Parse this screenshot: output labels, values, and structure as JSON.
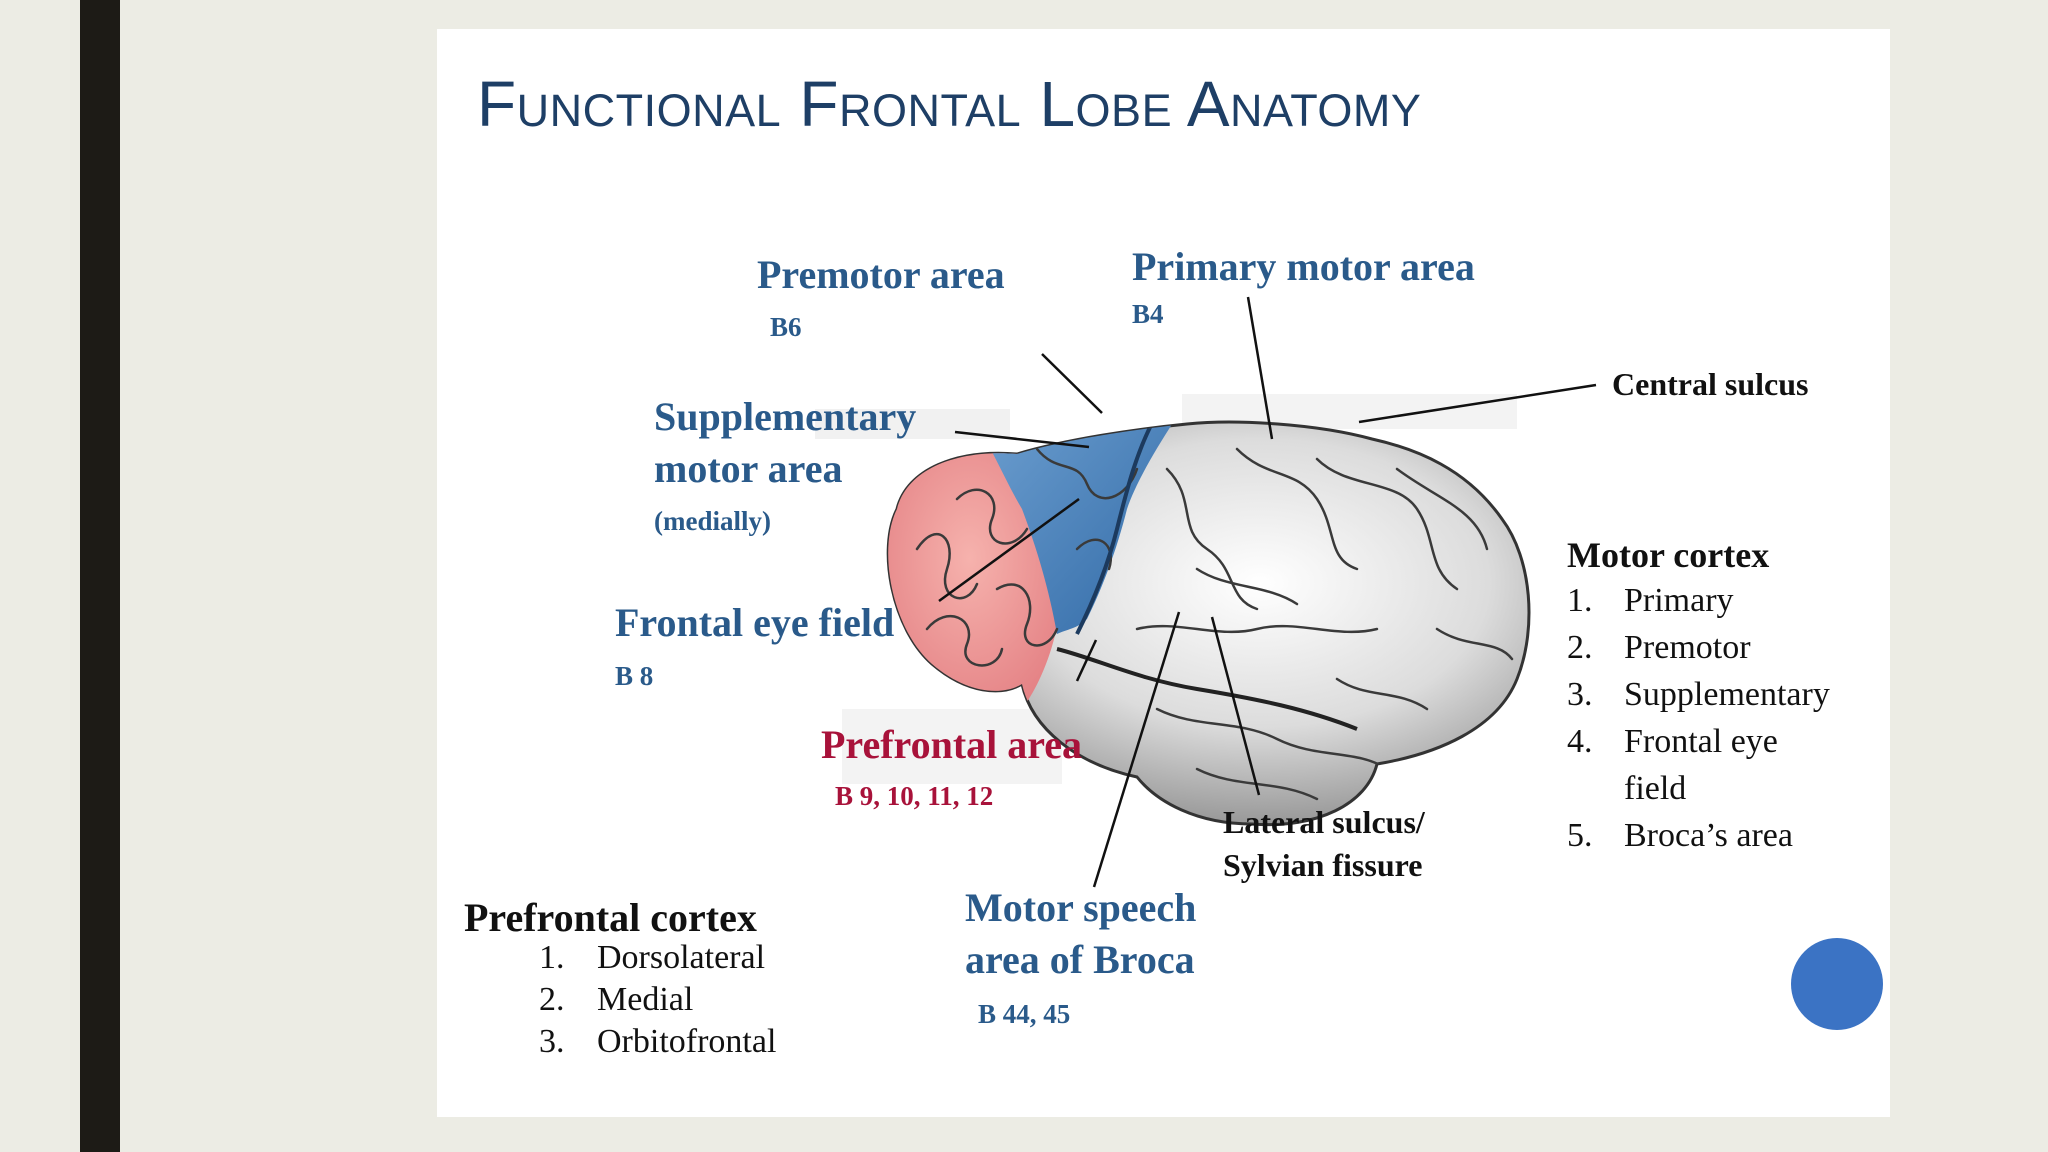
{
  "slide": {
    "title": "Functional Frontal Lobe Anatomy"
  },
  "labels": {
    "premotor": {
      "name": "Premotor area",
      "code": "B6"
    },
    "primary_motor": {
      "name": "Primary motor area",
      "code": "B4"
    },
    "central_sulcus": "Central sulcus",
    "supplementary": {
      "line1": "Supplementary",
      "line2": "motor area",
      "note": "(medially)"
    },
    "frontal_eye": {
      "name": "Frontal eye field",
      "code": "B 8"
    },
    "prefrontal": {
      "name": "Prefrontal area",
      "code": "B 9, 10, 11, 12"
    },
    "lateral_sulcus": {
      "line1": "Lateral sulcus/",
      "line2": "Sylvian fissure"
    },
    "broca": {
      "line1": "Motor speech",
      "line2": "area of Broca",
      "code": "B 44, 45"
    }
  },
  "motor_cortex": {
    "heading": "Motor cortex",
    "items": [
      {
        "num": "1.",
        "text": "Primary"
      },
      {
        "num": "2.",
        "text": "Premotor"
      },
      {
        "num": "3.",
        "text": "Supplementary"
      },
      {
        "num": "4.",
        "text": "Frontal eye field"
      },
      {
        "num": "5.",
        "text": "Broca’s area"
      }
    ]
  },
  "prefrontal_cortex": {
    "heading": "Prefrontal cortex",
    "items": [
      {
        "num": "1.",
        "text": "Dorsolateral"
      },
      {
        "num": "2.",
        "text": "Medial"
      },
      {
        "num": "3.",
        "text": "Orbitofrontal"
      }
    ]
  },
  "colors": {
    "title": "#1e3f66",
    "label_blue": "#2a5a8a",
    "label_red": "#a8123a",
    "motor_region": "#3f79b4",
    "prefrontal_region": "#eb8f8f",
    "nav_circle": "#3b73c4",
    "left_bar": "#1d1b16",
    "page_bg": "#ecece4"
  },
  "icons": {
    "nav_circle": "circle-button-icon",
    "brain": "brain-illustration"
  }
}
